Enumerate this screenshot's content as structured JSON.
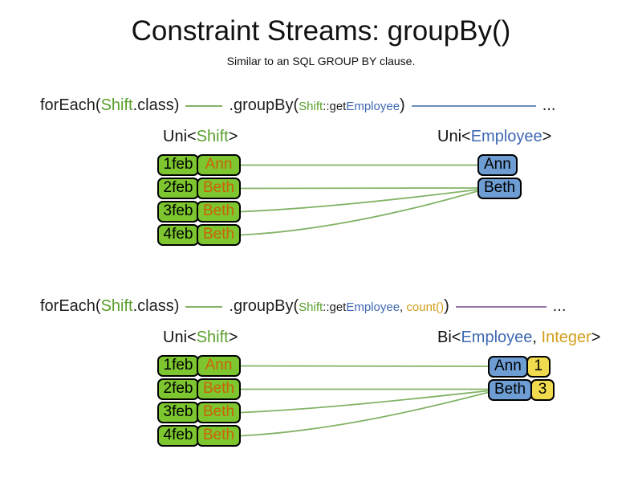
{
  "slide": {
    "title": "Constraint Streams: groupBy()",
    "subtitle": "Similar to an SQL GROUP BY clause."
  },
  "colors": {
    "green_text": "#5aa02d",
    "blue_text": "#3e68b2",
    "gold_text": "#d29e1c",
    "orange_text": "#cc6208",
    "green_box": "#7dc62f",
    "blue_box": "#6d9dd2",
    "yellow_box": "#f0db4f",
    "connector_green": "#82b366",
    "connector_blue": "#6c8ebf",
    "connector_purple": "#9673a6"
  },
  "shifts": [
    {
      "date": "1feb",
      "employee": "Ann"
    },
    {
      "date": "2feb",
      "employee": "Beth"
    },
    {
      "date": "3feb",
      "employee": "Beth"
    },
    {
      "date": "4feb",
      "employee": "Beth"
    }
  ],
  "section1": {
    "code": {
      "foreach_pre": "forEach(",
      "foreach_class": "Shift",
      "foreach_post": ".class)",
      "groupby_pre": ".groupBy(",
      "arg_class": "Shift",
      "arg_accessor": "::get",
      "arg_type": "Employee",
      "groupby_post": ")",
      "ellipsis": "..."
    },
    "left_label": {
      "pre": "Uni<",
      "type": "Shift",
      "post": ">"
    },
    "right_label": {
      "pre": "Uni<",
      "type": "Employee",
      "post": ">"
    },
    "groups": [
      {
        "name": "Ann"
      },
      {
        "name": "Beth"
      }
    ]
  },
  "section2": {
    "code": {
      "foreach_pre": "forEach(",
      "foreach_class": "Shift",
      "foreach_post": ".class)",
      "groupby_pre": ".groupBy(",
      "arg_class": "Shift",
      "arg_accessor": "::get",
      "arg_type": "Employee",
      "arg_separator": ", ",
      "arg2": "count()",
      "groupby_post": ")",
      "ellipsis": "..."
    },
    "left_label": {
      "pre": "Uni<",
      "type": "Shift",
      "post": ">"
    },
    "right_label": {
      "pre": "Bi<",
      "type1": "Employee",
      "separator": ", ",
      "type2": "Integer",
      "post": ">"
    },
    "groups": [
      {
        "name": "Ann",
        "count": "1"
      },
      {
        "name": "Beth",
        "count": "3"
      }
    ]
  }
}
